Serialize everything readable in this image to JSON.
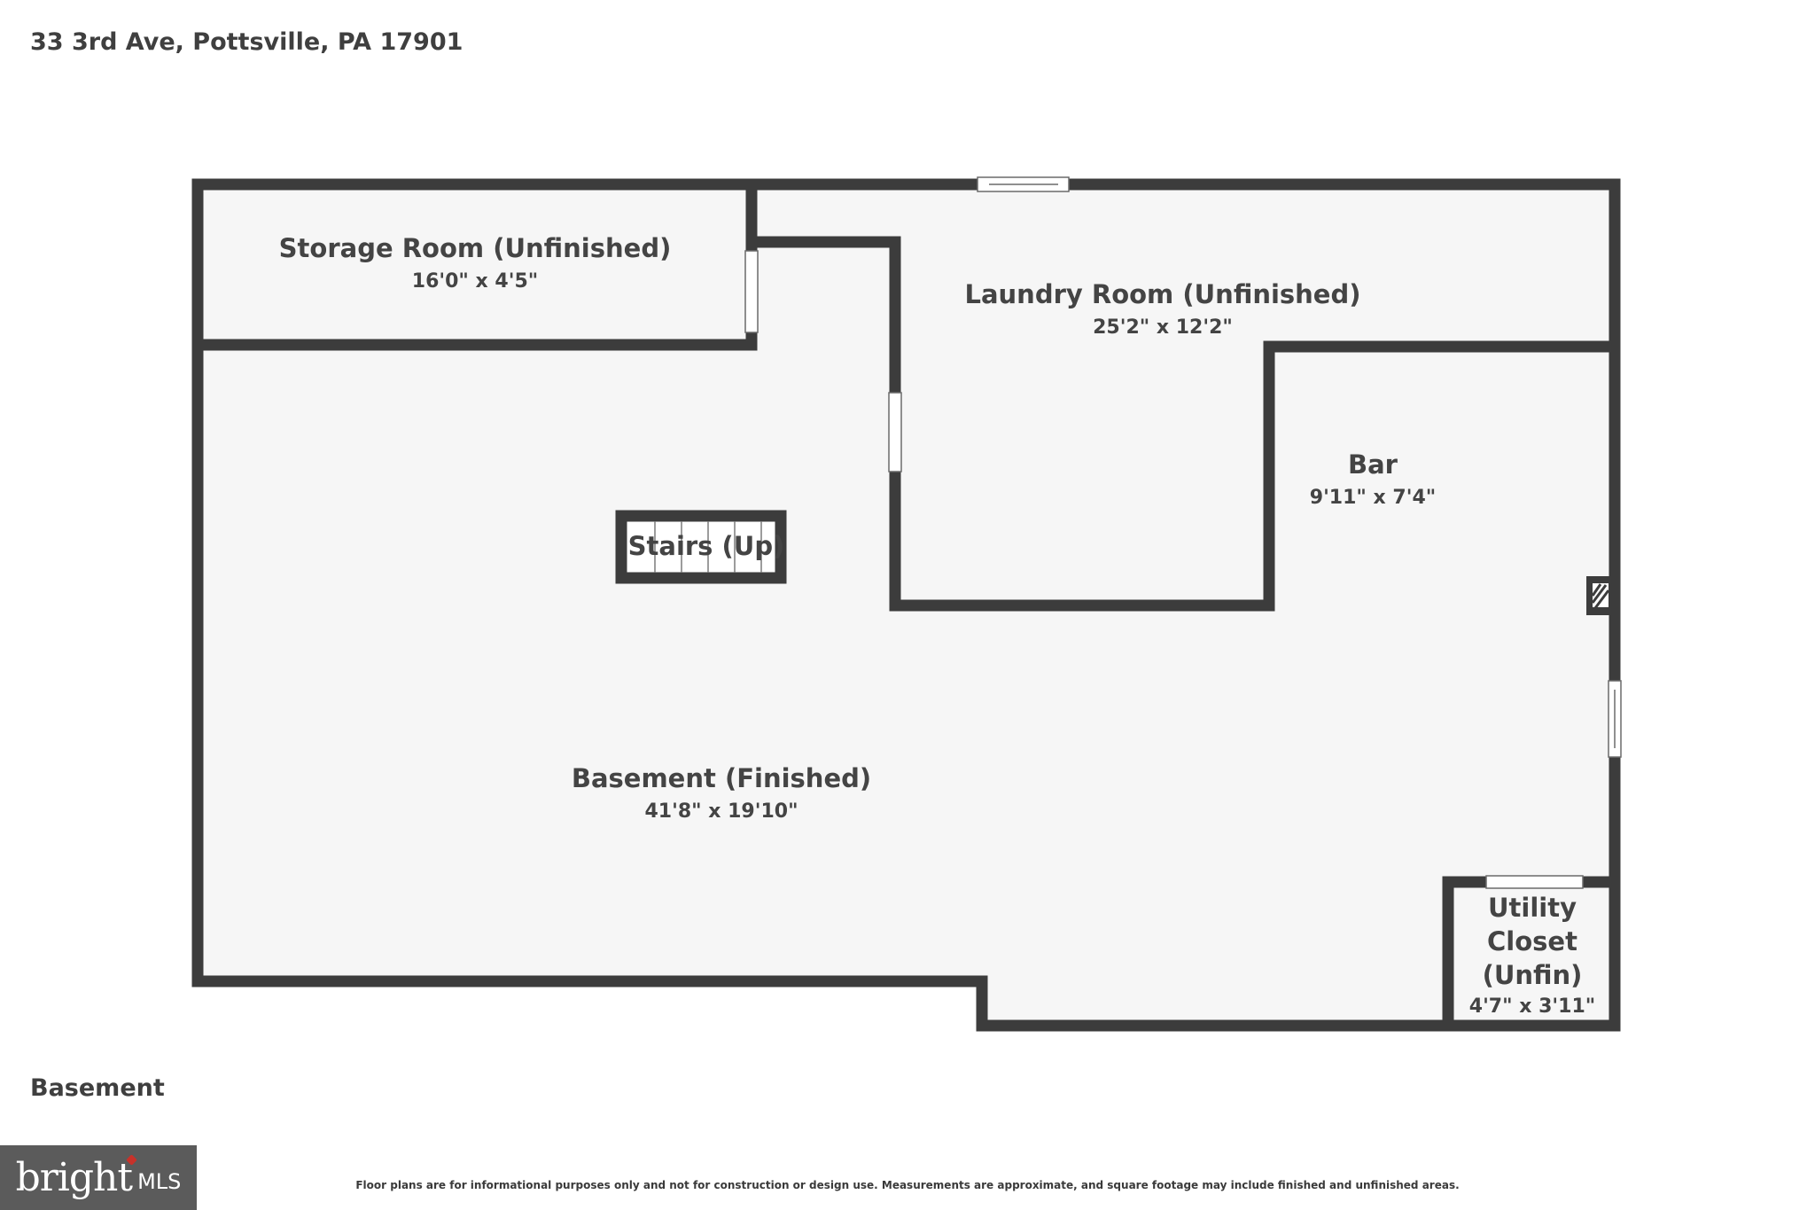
{
  "header": {
    "address": "33 3rd Ave, Pottsville, PA 17901"
  },
  "floor": {
    "label": "Basement"
  },
  "rooms": {
    "storage": {
      "name": "Storage Room (Unfinished)",
      "dims": "16'0\" x 4'5\""
    },
    "laundry": {
      "name": "Laundry Room (Unfinished)",
      "dims": "25'2\" x 12'2\""
    },
    "bar": {
      "name": "Bar",
      "dims": "9'11\" x 7'4\""
    },
    "stairs": {
      "name": "Stairs (Up)"
    },
    "basement": {
      "name": "Basement (Finished)",
      "dims": "41'8\" x 19'10\""
    },
    "utility": {
      "name_line1": "Utility",
      "name_line2": "Closet",
      "name_line3": "(Unfin)",
      "dims": "4'7\" x 3'11\""
    }
  },
  "footer": {
    "disclaimer": "Floor plans are for informational purposes only and not for construction or design use. Measurements are approximate, and square footage may include finished and unfinished areas."
  },
  "logo": {
    "word": "bright",
    "suffix": "MLS"
  },
  "colors": {
    "wall": "#3c3c3c",
    "floor": "#f6f6f6",
    "text": "#444444",
    "accent": "#c8322a"
  }
}
